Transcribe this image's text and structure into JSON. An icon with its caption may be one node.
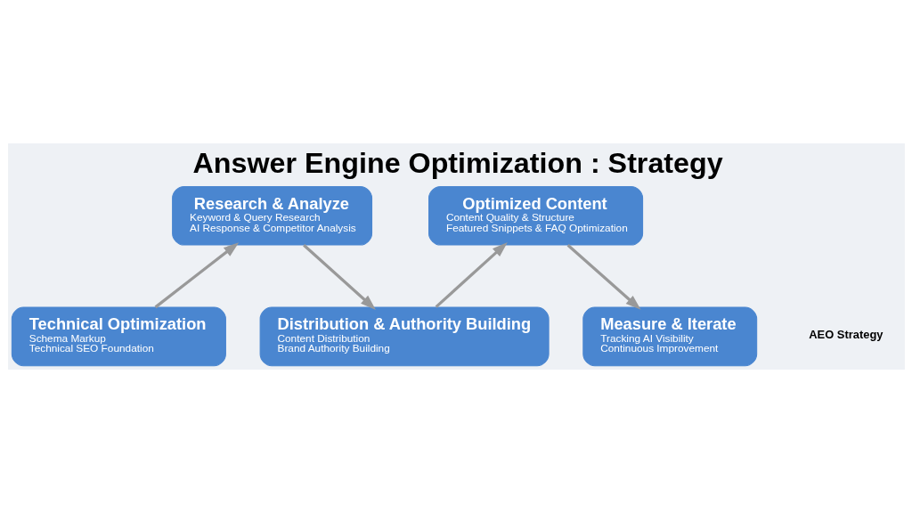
{
  "diagram": {
    "title": "Answer Engine Optimization : Strategy",
    "nodes": [
      {
        "text": [
          "Research & Analyze",
          "Keyword & Query Research",
          "AI Response & Competitor Analysis"
        ]
      },
      {
        "text": [
          "Optimized Content",
          "Content Quality & Structure",
          "Featured Snippets & FAQ Optimization"
        ]
      },
      {
        "text": [
          "Technical Optimization",
          "Schema Markup",
          "Technical SEO Foundation"
        ]
      },
      {
        "text": [
          "Distribution & Authority Building",
          "Content Distribution",
          "Brand Authority Building"
        ]
      },
      {
        "text": [
          "Measure & Iterate",
          "Tracking AI Visibility",
          "Continuous Improvement"
        ]
      }
    ],
    "edges": [
      {
        "from": 2,
        "to": 0,
        "arrow": "to"
      },
      {
        "from": 0,
        "to": 3,
        "arrow": "to"
      },
      {
        "from": 3,
        "to": 1,
        "arrow": "to"
      },
      {
        "from": 1,
        "to": 4,
        "arrow": "to"
      }
    ],
    "labels": [
      "AEO Strategy"
    ]
  }
}
